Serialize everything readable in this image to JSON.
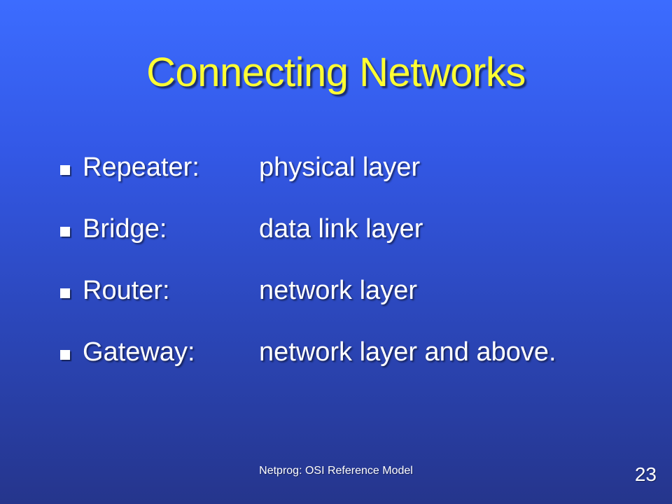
{
  "slide": {
    "title": "Connecting Networks",
    "bullets": [
      {
        "term": "Repeater:",
        "description": "physical layer"
      },
      {
        "term": "Bridge:",
        "description": "data link layer"
      },
      {
        "term": "Router:",
        "description": "network layer"
      },
      {
        "term": "Gateway:",
        "description": "network layer and above."
      }
    ],
    "footer": "Netprog:  OSI Reference Model",
    "page_number": "23"
  },
  "colors": {
    "background_top": "#3c6cff",
    "background_bottom": "#25358c",
    "title": "#ffff33",
    "text": "#ffffff"
  }
}
